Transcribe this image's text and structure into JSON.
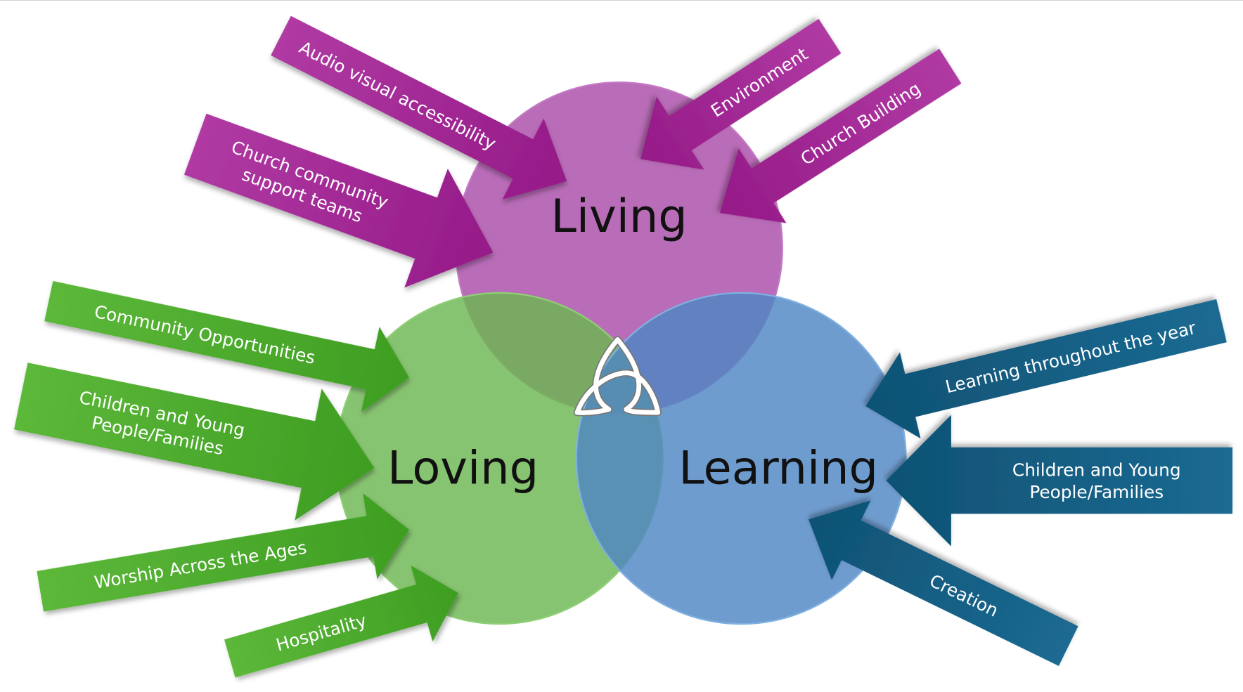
{
  "circles": {
    "living": {
      "label": "Living",
      "color": "#b766b5"
    },
    "loving": {
      "label": "Loving",
      "color": "#7cbf64"
    },
    "learning": {
      "label": "Learning",
      "color": "#6495c8"
    }
  },
  "center_icon": "trinity-knot-icon",
  "arrow_colors": {
    "living": "#a1208f",
    "loving": "#4aa82c",
    "learning": "#145d82"
  },
  "arrows": {
    "living": [
      {
        "lines": [
          "Audio visual accessibility"
        ]
      },
      {
        "lines": [
          "Church community",
          "support teams"
        ]
      },
      {
        "lines": [
          "Environment"
        ]
      },
      {
        "lines": [
          "Church Building"
        ]
      }
    ],
    "loving": [
      {
        "lines": [
          "Community Opportunities"
        ]
      },
      {
        "lines": [
          "Children and Young",
          "People/Families"
        ]
      },
      {
        "lines": [
          "Worship Across the Ages"
        ]
      },
      {
        "lines": [
          "Hospitality"
        ]
      }
    ],
    "learning": [
      {
        "lines": [
          "Learning throughout the year"
        ]
      },
      {
        "lines": [
          "Children and Young",
          "People/Families"
        ]
      },
      {
        "lines": [
          "Creation"
        ]
      }
    ]
  }
}
